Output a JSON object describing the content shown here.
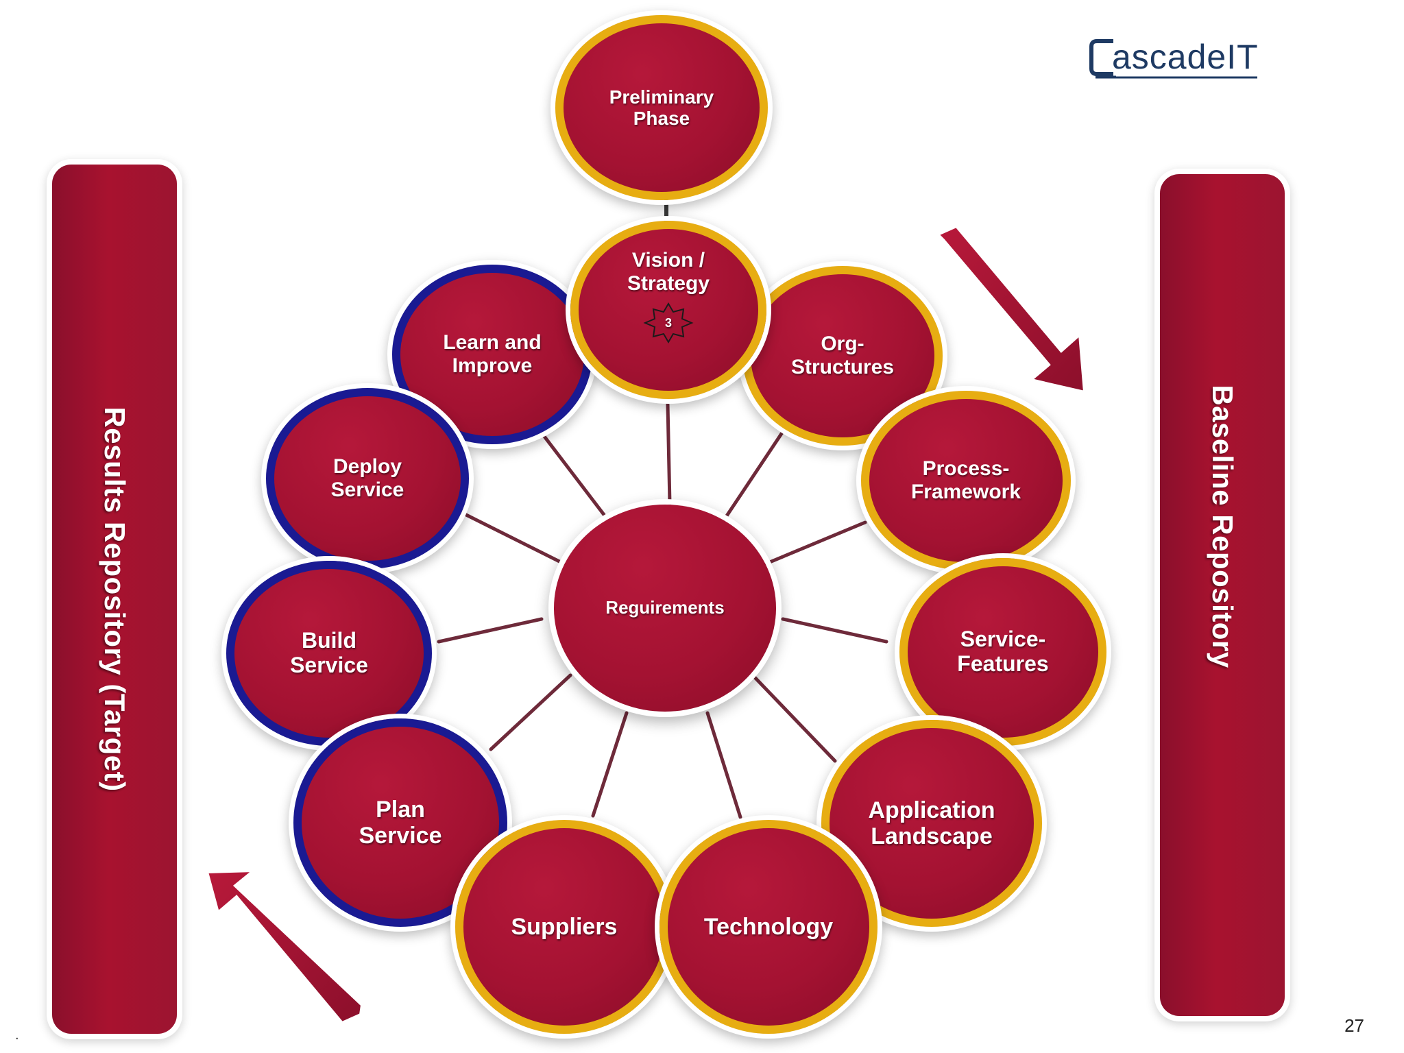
{
  "logo": {
    "text": "ascadeIT",
    "brand_color": "#1e3a63"
  },
  "page_number": "27",
  "corner_mark": ".",
  "left_bar": {
    "label": "Results Repository (Target)"
  },
  "right_bar": {
    "label": "Baseline Repository"
  },
  "colors": {
    "node_fill": "#a41232",
    "gold_ring": "#e7ad12",
    "blue_ring": "#1a1a92",
    "connector": "#6e2a3a"
  },
  "center": {
    "label": "Reguirements"
  },
  "preliminary": {
    "label": "Preliminary Phase"
  },
  "vision": {
    "label": "Vision / Strategy",
    "badge": "3"
  },
  "nodes": {
    "learn": "Learn and Improve",
    "org": "Org-Structures",
    "deploy": "Deploy Service",
    "process": "Process-Framework",
    "build": "Build Service",
    "service_features": "Service-Features",
    "plan": "Plan Service",
    "application": "Application Landscape",
    "suppliers": "Suppliers",
    "technology": "Technology"
  }
}
